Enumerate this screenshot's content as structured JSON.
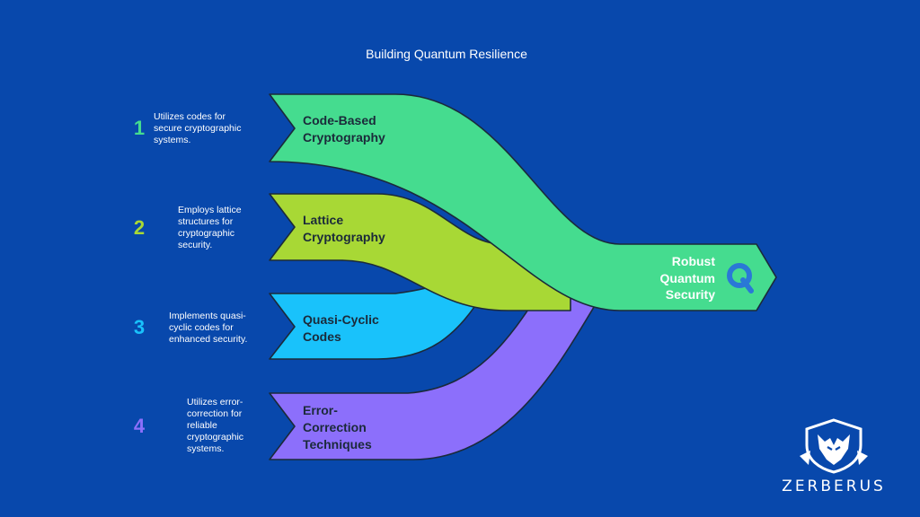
{
  "title": "Building Quantum Resilience",
  "colors": {
    "background": "#0848ac",
    "step1": "#45dc8f",
    "step2": "#a8d835",
    "step3": "#19c2fb",
    "step4": "#8c6ffb",
    "output": "#45dc8f"
  },
  "steps": [
    {
      "number": "1",
      "label": "Code-Based Cryptography",
      "label_lines": [
        "Code-Based",
        "Cryptography"
      ],
      "description": "Utilizes codes for secure cryptographic systems.",
      "desc_lines": [
        "Utilizes codes for",
        "secure cryptographic",
        "systems."
      ]
    },
    {
      "number": "2",
      "label": "Lattice Cryptography",
      "label_lines": [
        "Lattice",
        "Cryptography"
      ],
      "description": "Employs lattice structures for cryptographic security.",
      "desc_lines": [
        "Employs lattice",
        "structures for",
        "cryptographic",
        "security."
      ]
    },
    {
      "number": "3",
      "label": "Quasi-Cyclic Codes",
      "label_lines": [
        "Quasi-Cyclic",
        "Codes"
      ],
      "description": "Implements quasi-cyclic codes for enhanced security.",
      "desc_lines": [
        "Implements quasi-",
        "cyclic codes for",
        "enhanced security."
      ]
    },
    {
      "number": "4",
      "label": "Error-Correction Techniques",
      "label_lines": [
        "Error-",
        "Correction",
        "Techniques"
      ],
      "description": "Utilizes error-correction for reliable cryptographic systems.",
      "desc_lines": [
        "Utilizes error-",
        "correction for",
        "reliable",
        "cryptographic",
        "systems."
      ]
    }
  ],
  "output": {
    "label_lines": [
      "Robust",
      "Quantum",
      "Security"
    ],
    "icon": "q-letter-icon"
  },
  "logo": {
    "text": "ZERBERUS",
    "icon": "wolf-shield-icon"
  }
}
